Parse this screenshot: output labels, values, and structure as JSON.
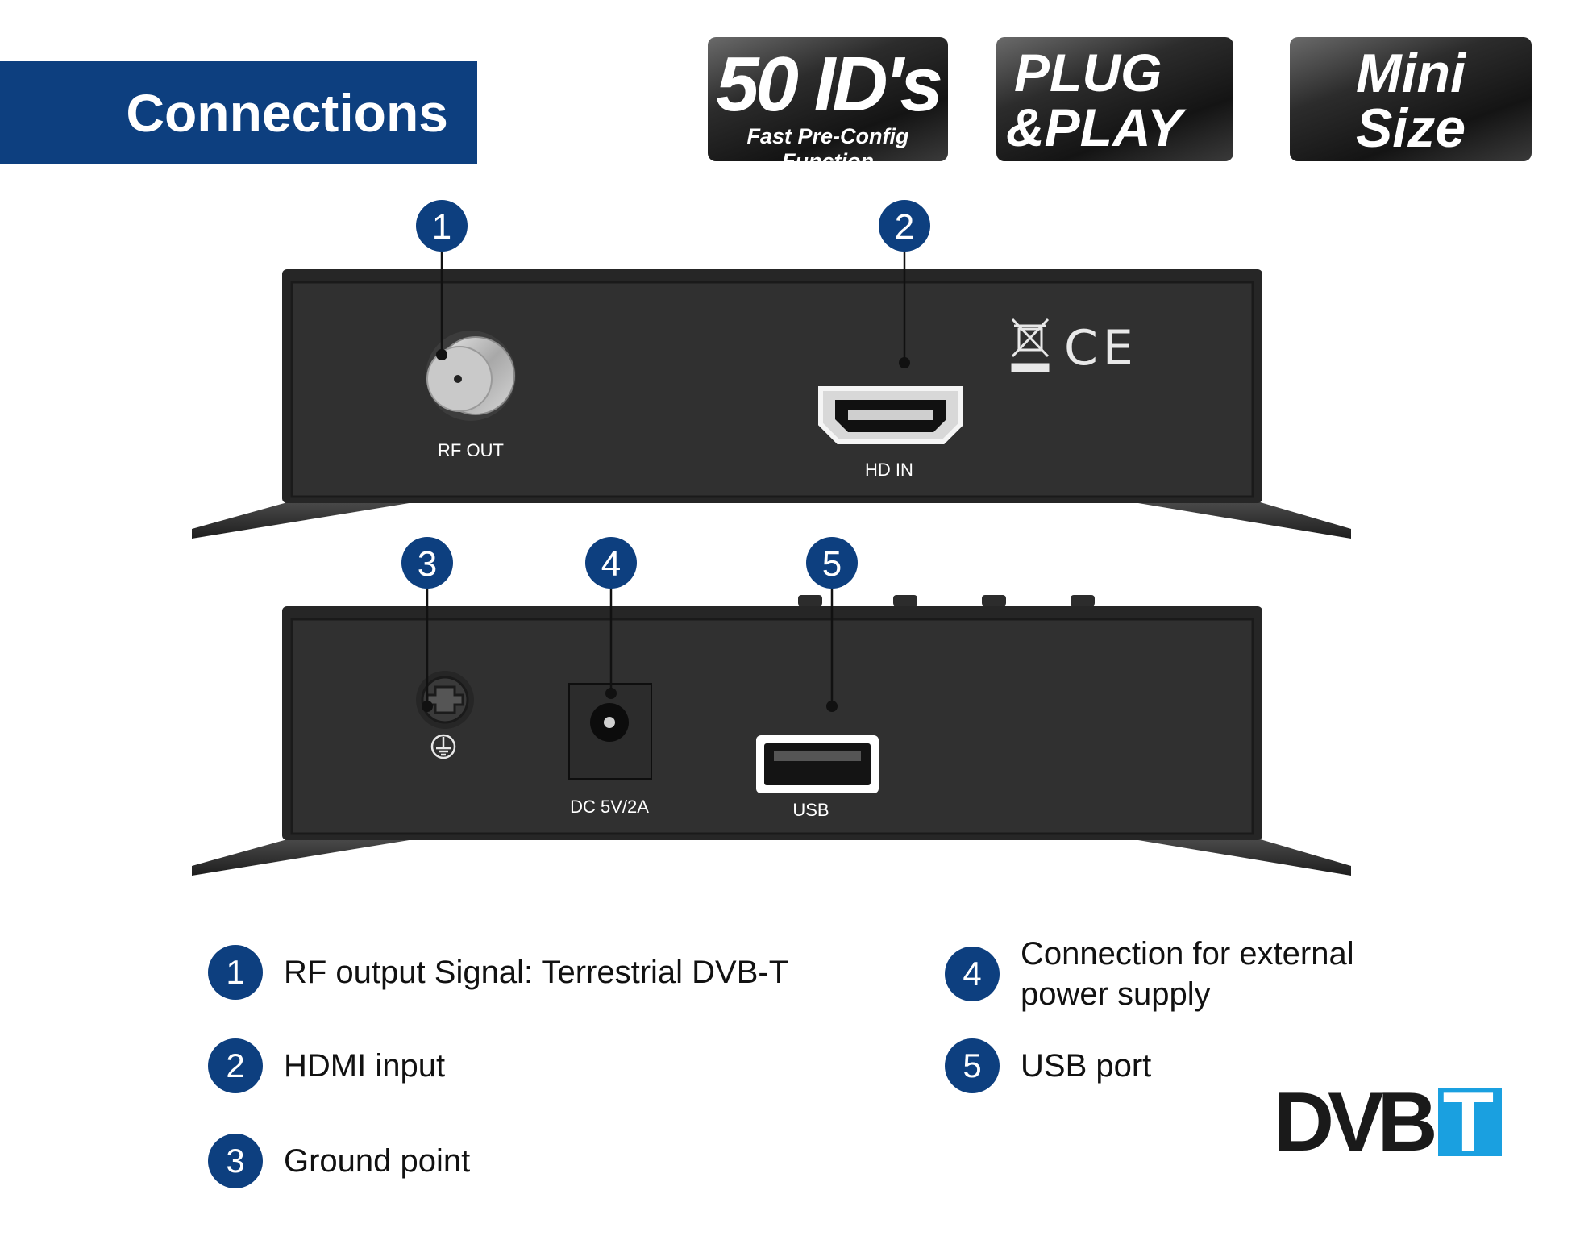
{
  "title": "Connections",
  "badges": [
    {
      "line1": "50 ID's",
      "line2": "Fast Pre-Config Function"
    },
    {
      "line1": "PLUG",
      "line2": "&PLAY"
    },
    {
      "line1": "Mini",
      "line2": "Size"
    }
  ],
  "ports": {
    "rf_out": "RF OUT",
    "hd_in": "HD IN",
    "dc": "DC 5V/2A",
    "usb": "USB",
    "ce": "CE"
  },
  "callouts": [
    "1",
    "2",
    "3",
    "4",
    "5"
  ],
  "legend": [
    {
      "num": "1",
      "text": "RF output Signal: Terrestrial DVB-T"
    },
    {
      "num": "2",
      "text": "HDMI input"
    },
    {
      "num": "3",
      "text": "Ground point"
    },
    {
      "num": "4",
      "text": "Connection for external power supply"
    },
    {
      "num": "5",
      "text": "USB port"
    }
  ],
  "logo": {
    "part1": "DVB",
    "part2": "T"
  },
  "colors": {
    "accent": "#0d3f7f",
    "device": "#2e2e2e",
    "logo_blue": "#1aa0e0"
  }
}
